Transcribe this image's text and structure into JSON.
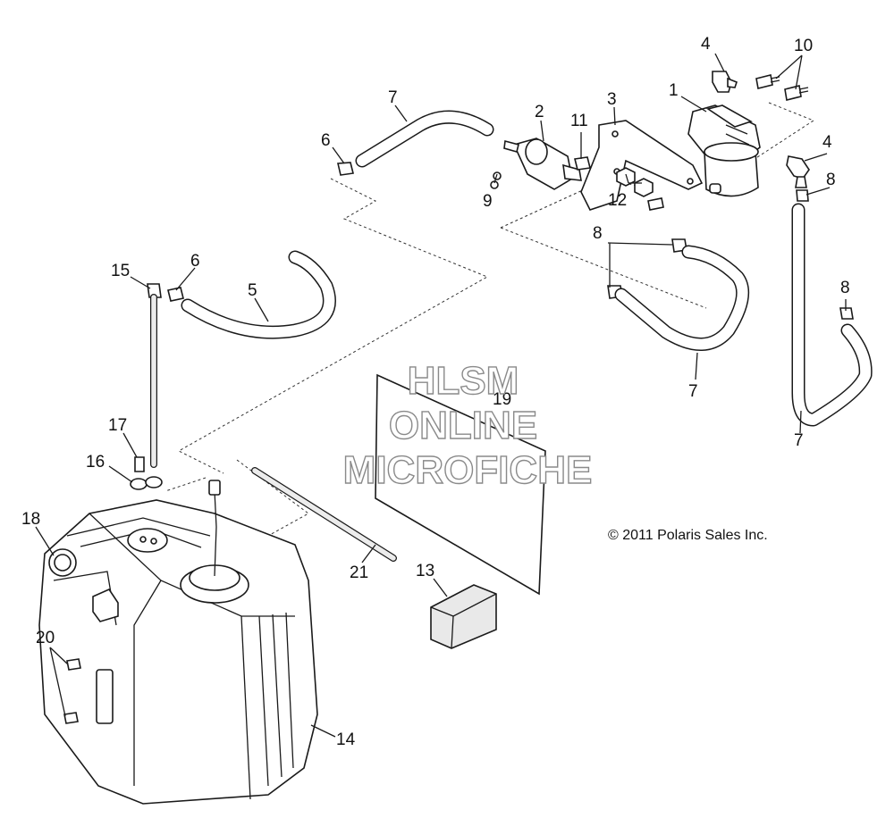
{
  "callouts": {
    "c1": "1",
    "c2": "2",
    "c3": "3",
    "c4a": "4",
    "c4b": "4",
    "c5": "5",
    "c6a": "6",
    "c6b": "6",
    "c7a": "7",
    "c7b": "7",
    "c7c": "7",
    "c8a": "8",
    "c8b": "8",
    "c8c": "8",
    "c9": "9",
    "c10": "10",
    "c11": "11",
    "c12": "12",
    "c13": "13",
    "c14": "14",
    "c15": "15",
    "c16": "16",
    "c17": "17",
    "c18": "18",
    "c19": "19",
    "c20": "20",
    "c21": "21"
  },
  "copyright": "© 2011 Polaris Sales Inc.",
  "watermark": {
    "line1": "HLSM",
    "line2": "ONLINE",
    "line3": "MICROFICHE"
  }
}
